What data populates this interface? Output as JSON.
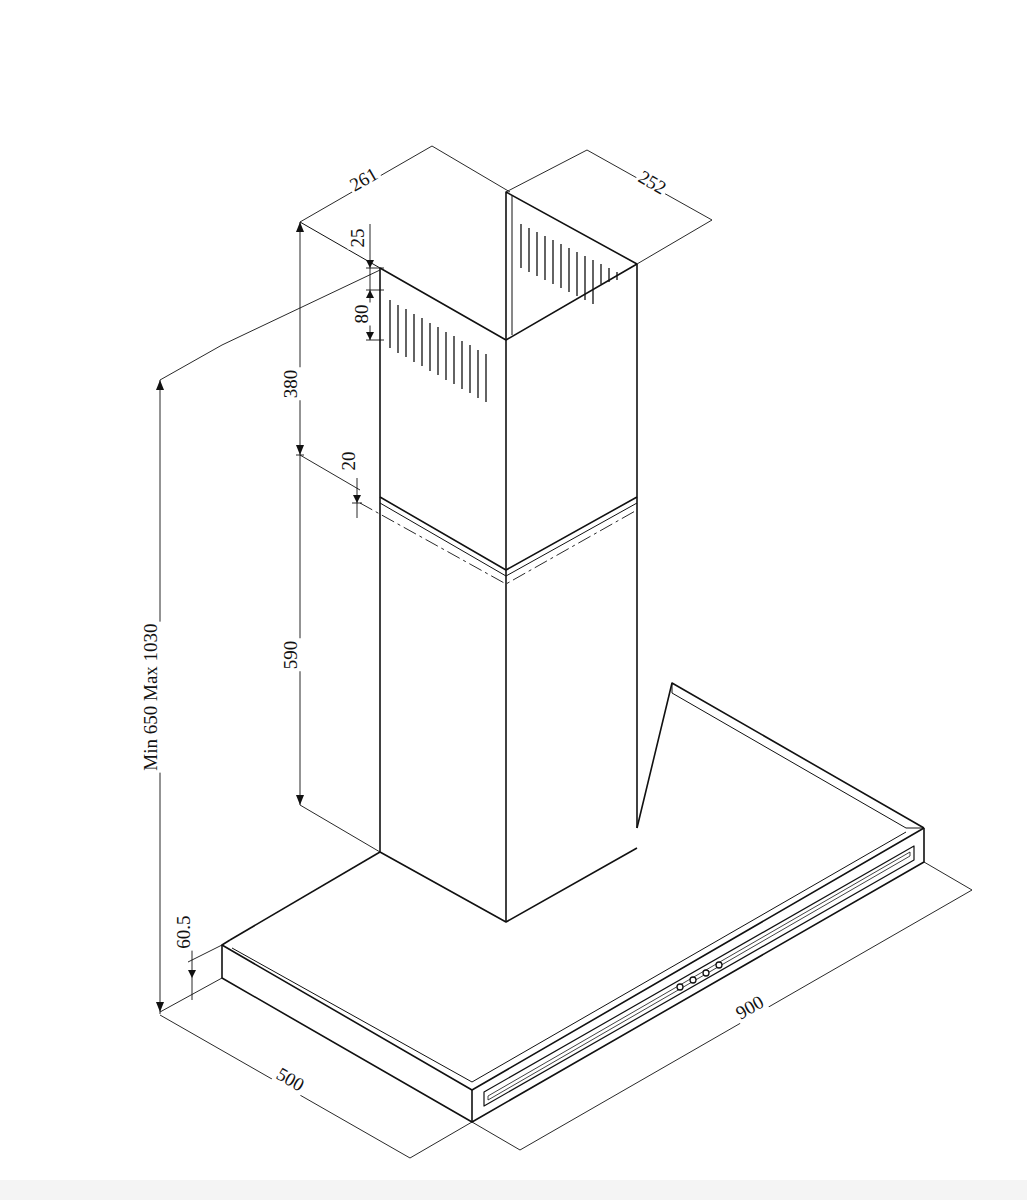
{
  "diagram": {
    "labels": [
      "261",
      "252",
      "25",
      "80",
      "380",
      "20",
      "590",
      "Min 650  Max 1030",
      "60.5",
      "500",
      "900"
    ]
  }
}
